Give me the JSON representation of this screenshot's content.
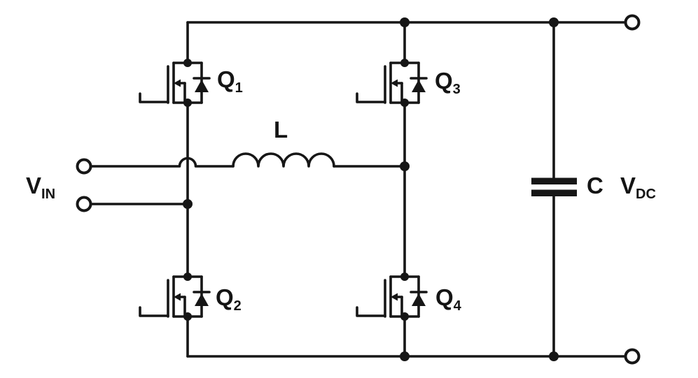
{
  "diagram": {
    "type": "circuit-schematic",
    "description": "Full-bridge power stage: two half-bridge legs (Q1/Q2 and Q3/Q4) across a DC bus. Input VIN connects through inductor L to the Q3/Q4 midpoint and directly to the Q1/Q2 midpoint. Capacitor C sits across the DC bus output VDC.",
    "colors": {
      "bg": "#ffffff",
      "line": "#161616",
      "label": "#141414"
    },
    "labels": {
      "vin": {
        "main": "V",
        "sub": "IN"
      },
      "vdc": {
        "main": "V",
        "sub": "DC"
      },
      "inductor": {
        "main": "L",
        "sub": ""
      },
      "capacitor": {
        "main": "C",
        "sub": ""
      },
      "q1": {
        "main": "Q",
        "sub": "1"
      },
      "q2": {
        "main": "Q",
        "sub": "2"
      },
      "q3": {
        "main": "Q",
        "sub": "3"
      },
      "q4": {
        "main": "Q",
        "sub": "4"
      }
    },
    "components": [
      {
        "id": "Q1",
        "type": "n-channel MOSFET with body diode",
        "position": "left leg, high side"
      },
      {
        "id": "Q2",
        "type": "n-channel MOSFET with body diode",
        "position": "left leg, low side"
      },
      {
        "id": "Q3",
        "type": "n-channel MOSFET with body diode",
        "position": "right leg, high side"
      },
      {
        "id": "Q4",
        "type": "n-channel MOSFET with body diode",
        "position": "right leg, low side"
      },
      {
        "id": "L",
        "type": "inductor, 4 turns drawn",
        "position": "between VIN+ and Q3/Q4 midpoint"
      },
      {
        "id": "C",
        "type": "capacitor, two thick plates",
        "position": "across DC bus"
      },
      {
        "id": "VIN",
        "type": "input port, two open terminals"
      },
      {
        "id": "VDC",
        "type": "output port, two open terminals"
      }
    ],
    "notes": "VIN+ wire crosses over the left leg with a hop (no connection); junction dots mark all connected nodes."
  }
}
